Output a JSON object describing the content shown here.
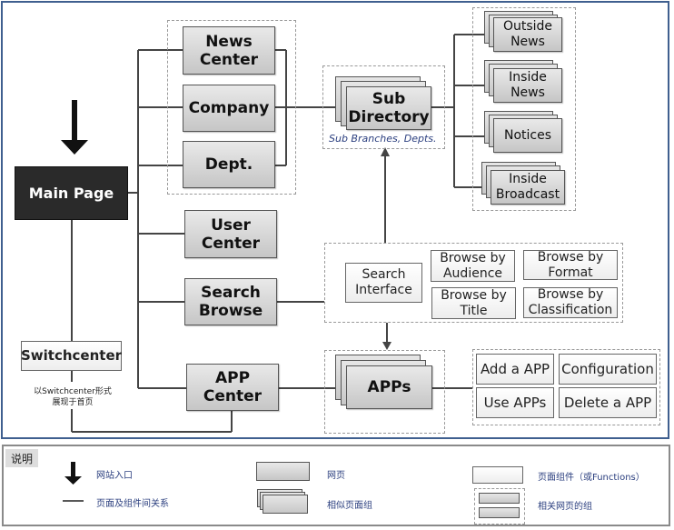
{
  "nodes": {
    "main_page": "Main Page",
    "news_center": "News Center",
    "company": "Company",
    "dept": "Dept.",
    "user_center": "User Center",
    "search_browse": "Search Browse",
    "app_center": "APP Center",
    "switchcenter": "Switchcenter",
    "switchcenter_note_1": "以Switchcenter形式",
    "switchcenter_note_2": "展现于首页",
    "sub_directory": "Sub Directory",
    "sub_directory_caption": "Sub Branches, Depts.",
    "outside_news": "Outside News",
    "inside_news": "Inside News",
    "notices": "Notices",
    "inside_broadcast": "Inside Broadcast",
    "search_interface": "Search Interface",
    "browse_audience": "Browse by Audience",
    "browse_format": "Browse by Format",
    "browse_title": "Browse by Title",
    "browse_classification": "Browse by Classification",
    "apps": "APPs",
    "add_app": "Add a APP",
    "configuration": "Configuration",
    "use_apps": "Use APPs",
    "delete_app": "Delete a APP"
  },
  "legend": {
    "title": "说明",
    "entry": "网站入口",
    "relation": "页面及组件间关系",
    "page": "网页",
    "similar_group": "相似页面组",
    "component": "页面组件（或Functions）",
    "related_group": "相关网页的组"
  },
  "colors": {
    "frame_border": "#3f5f8f",
    "caption_text": "#2b3f7f",
    "main_page_bg": "#2a2a2a"
  }
}
